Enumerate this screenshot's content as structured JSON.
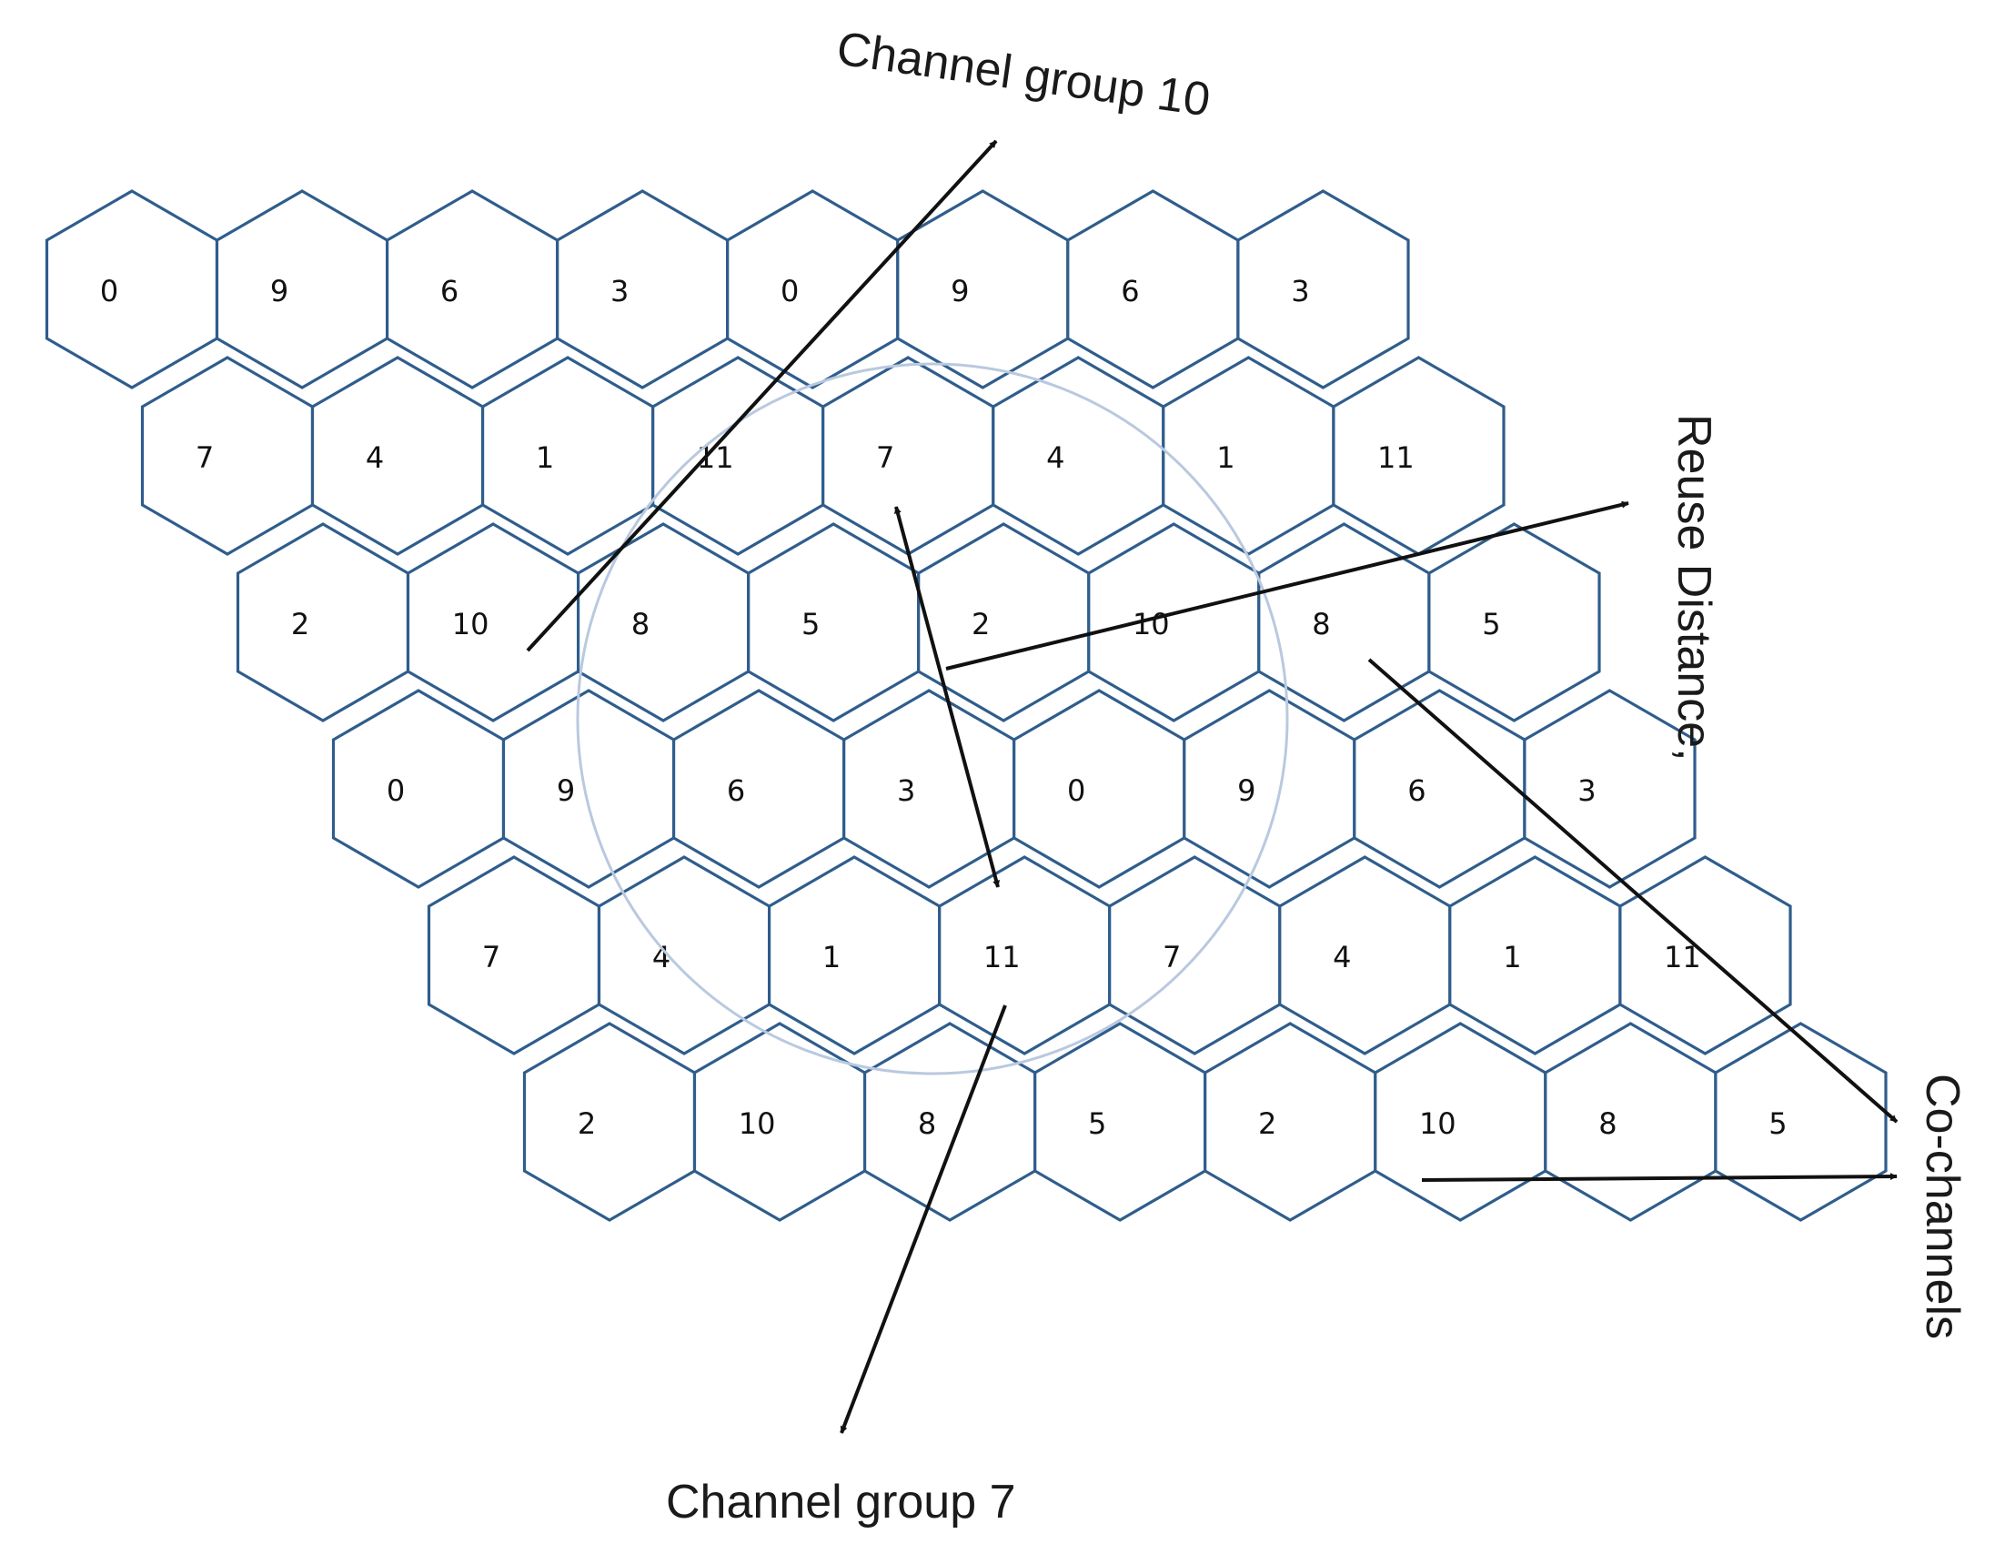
{
  "clusters": [
    {
      "row": 0,
      "labels": [
        "0",
        "9",
        "6",
        "3",
        "0",
        "9",
        "6",
        "3"
      ]
    },
    {
      "row": 1,
      "labels": [
        "7",
        "4",
        "1",
        "11",
        "7",
        "4",
        "1",
        "11"
      ]
    },
    {
      "row": 2,
      "labels": [
        "2",
        "10",
        "8",
        "5",
        "2",
        "10",
        "8",
        "5"
      ]
    },
    {
      "row": 3,
      "labels": [
        "0",
        "9",
        "6",
        "3",
        "0",
        "9",
        "6",
        "3"
      ]
    },
    {
      "row": 4,
      "labels": [
        "7",
        "4",
        "1",
        "11",
        "7",
        "4",
        "1",
        "11"
      ]
    },
    {
      "row": 5,
      "labels": [
        "2",
        "10",
        "8",
        "5",
        "2",
        "10",
        "8",
        "5"
      ]
    }
  ],
  "annotations": {
    "channel_group_10": "Channel group 10",
    "reuse_distance": "Reuse Distance,",
    "co_channels": "Co-channels",
    "channel_group_7": "Channel group 7"
  },
  "colors": {
    "hex_stroke": "#2f5d8c",
    "circle_stroke": "#b9c9df",
    "arrow": "#111111"
  }
}
